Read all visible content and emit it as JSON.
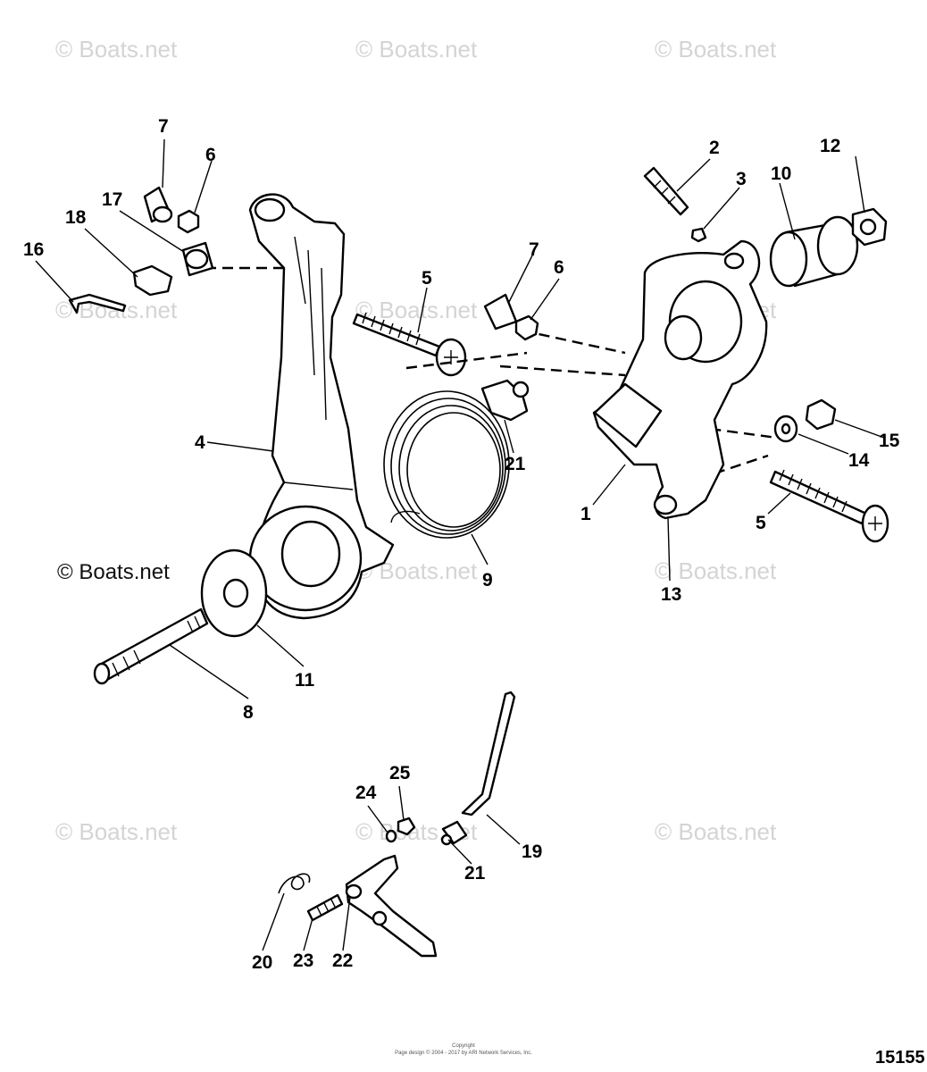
{
  "watermarks": [
    "© Boats.net",
    "© Boats.net",
    "© Boats.net",
    "© Boats.net",
    "© Boats.net",
    "© Boats.net",
    "© Boats.net",
    "© Boats.net",
    "© Boats.net",
    "© Boats.net",
    "© Boats.net",
    "© Boats.net",
    "© Boats.net"
  ],
  "watermark_dark": "© Boats.net",
  "callouts": [
    "7",
    "6",
    "17",
    "18",
    "16",
    "5",
    "4",
    "9",
    "21",
    "11",
    "8",
    "2",
    "3",
    "12",
    "10",
    "7",
    "6",
    "15",
    "14",
    "1",
    "5",
    "13",
    "25",
    "24",
    "19",
    "21",
    "20",
    "23",
    "22"
  ],
  "copyright_lines": [
    "Copyright",
    "Page design © 2004 - 2017 by ARI Network Services, Inc."
  ],
  "diagram_number": "15155"
}
